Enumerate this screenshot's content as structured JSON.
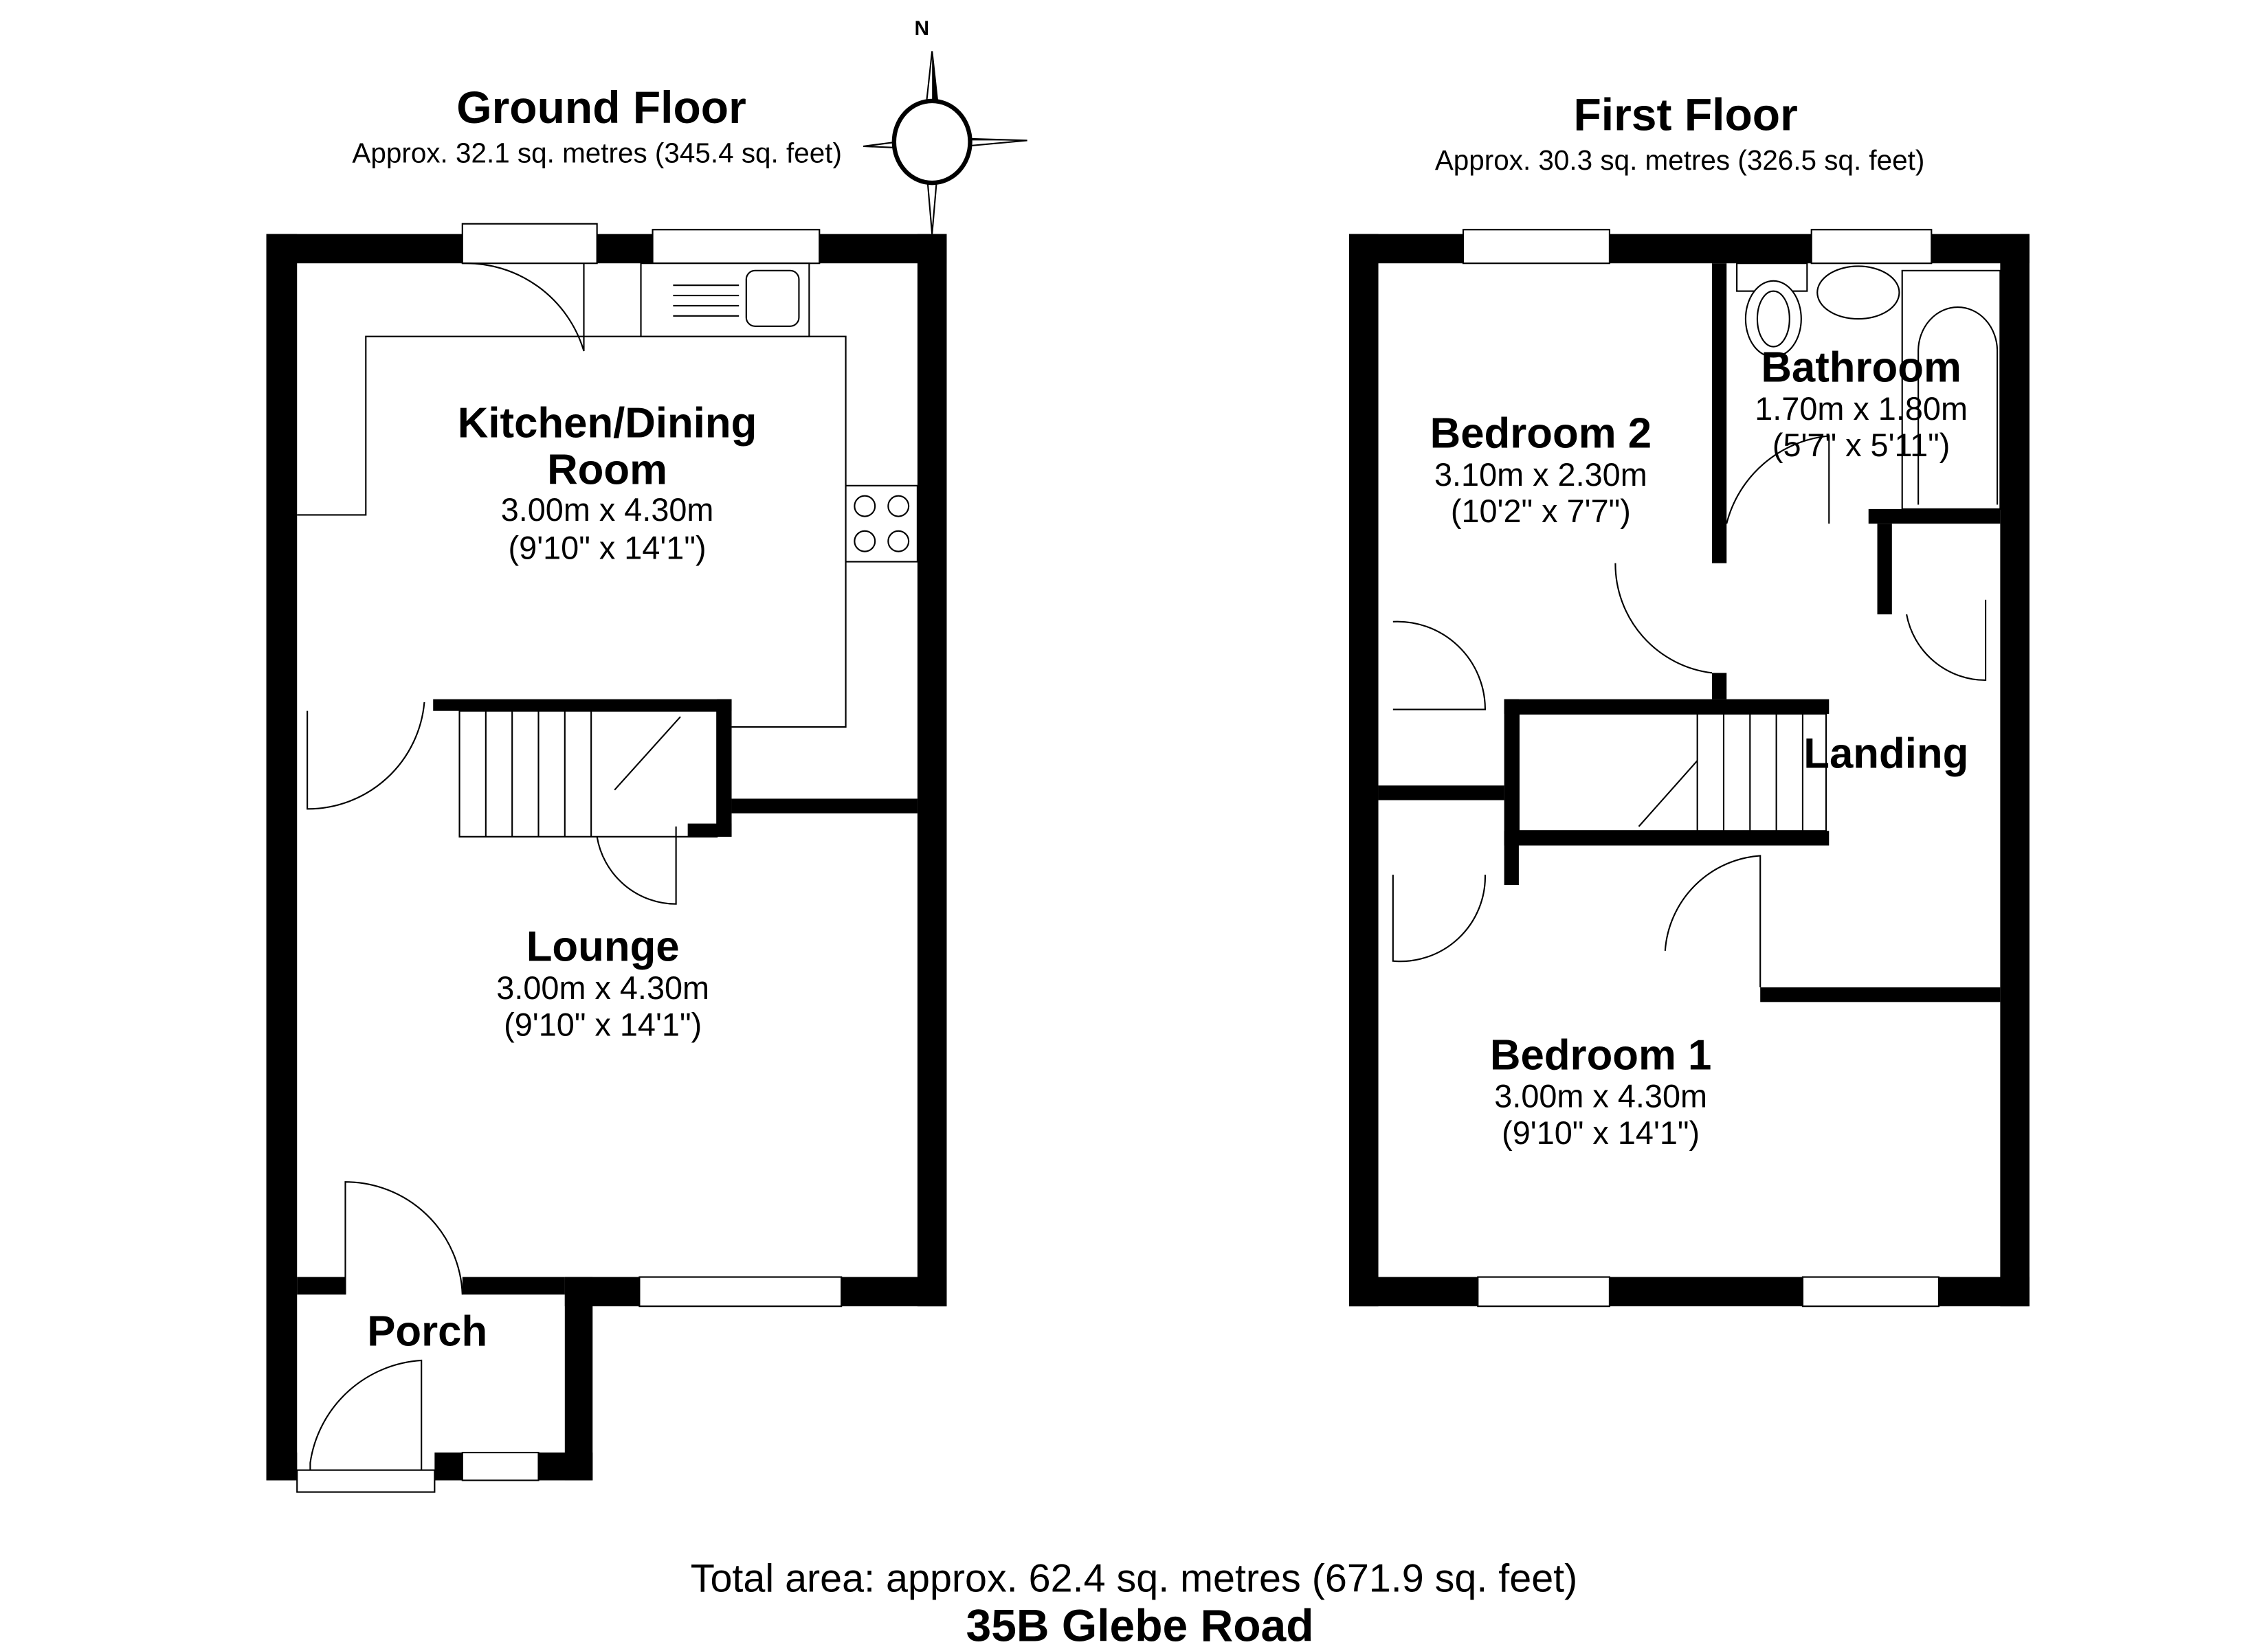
{
  "ground_floor": {
    "title": "Ground Floor",
    "area": "Approx. 32.1 sq. metres (345.4 sq. feet)",
    "rooms": [
      {
        "name_line1": "Kitchen/Dining",
        "name_line2": "Room",
        "metric": "3.00m x 4.30m",
        "imperial": "(9'10\" x 14'1\")"
      },
      {
        "name": "Lounge",
        "metric": "3.00m x 4.30m",
        "imperial": "(9'10\" x 14'1\")"
      },
      {
        "name": "Porch"
      }
    ]
  },
  "first_floor": {
    "title": "First Floor",
    "area": "Approx. 30.3 sq. metres (326.5 sq. feet)",
    "rooms": [
      {
        "name": "Bedroom 2",
        "metric": "3.10m x 2.30m",
        "imperial": "(10'2\" x 7'7\")"
      },
      {
        "name": "Bathroom",
        "metric": "1.70m x 1.80m",
        "imperial": "(5'7\" x 5'11\")"
      },
      {
        "name": "Landing"
      },
      {
        "name": "Bedroom 1",
        "metric": "3.00m x 4.30m",
        "imperial": "(9'10\" x 14'1\")"
      }
    ]
  },
  "compass": {
    "label": "N"
  },
  "footer": {
    "total_area": "Total area: approx. 62.4 sq. metres (671.9 sq. feet)",
    "address": "35B Glebe Road"
  }
}
